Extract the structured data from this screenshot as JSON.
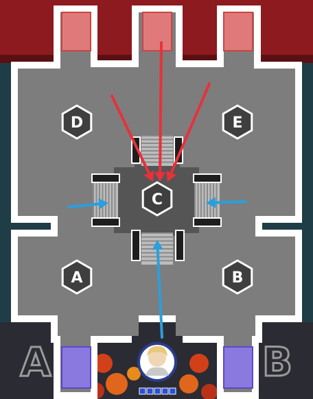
{
  "map": {
    "zones": [
      {
        "id": "zone-c",
        "letter": "C"
      },
      {
        "id": "zone-d",
        "letter": "D"
      },
      {
        "id": "zone-e",
        "letter": "E"
      },
      {
        "id": "zone-a",
        "letter": "A"
      },
      {
        "id": "zone-b",
        "letter": "B"
      }
    ],
    "floor_labels": {
      "left": "A",
      "right": "B"
    },
    "colors": {
      "red_team": "#e8313b",
      "blue_team": "#2a9fdc",
      "red_spawn": "#e07a7a",
      "blue_spawn": "#7a6ad8",
      "floor": "#7d7d7d",
      "wall": "#ffffff",
      "center": "#4a4a4a"
    },
    "player_avatar": {
      "icon": "player-portrait-icon",
      "stock_pips": 5
    }
  }
}
